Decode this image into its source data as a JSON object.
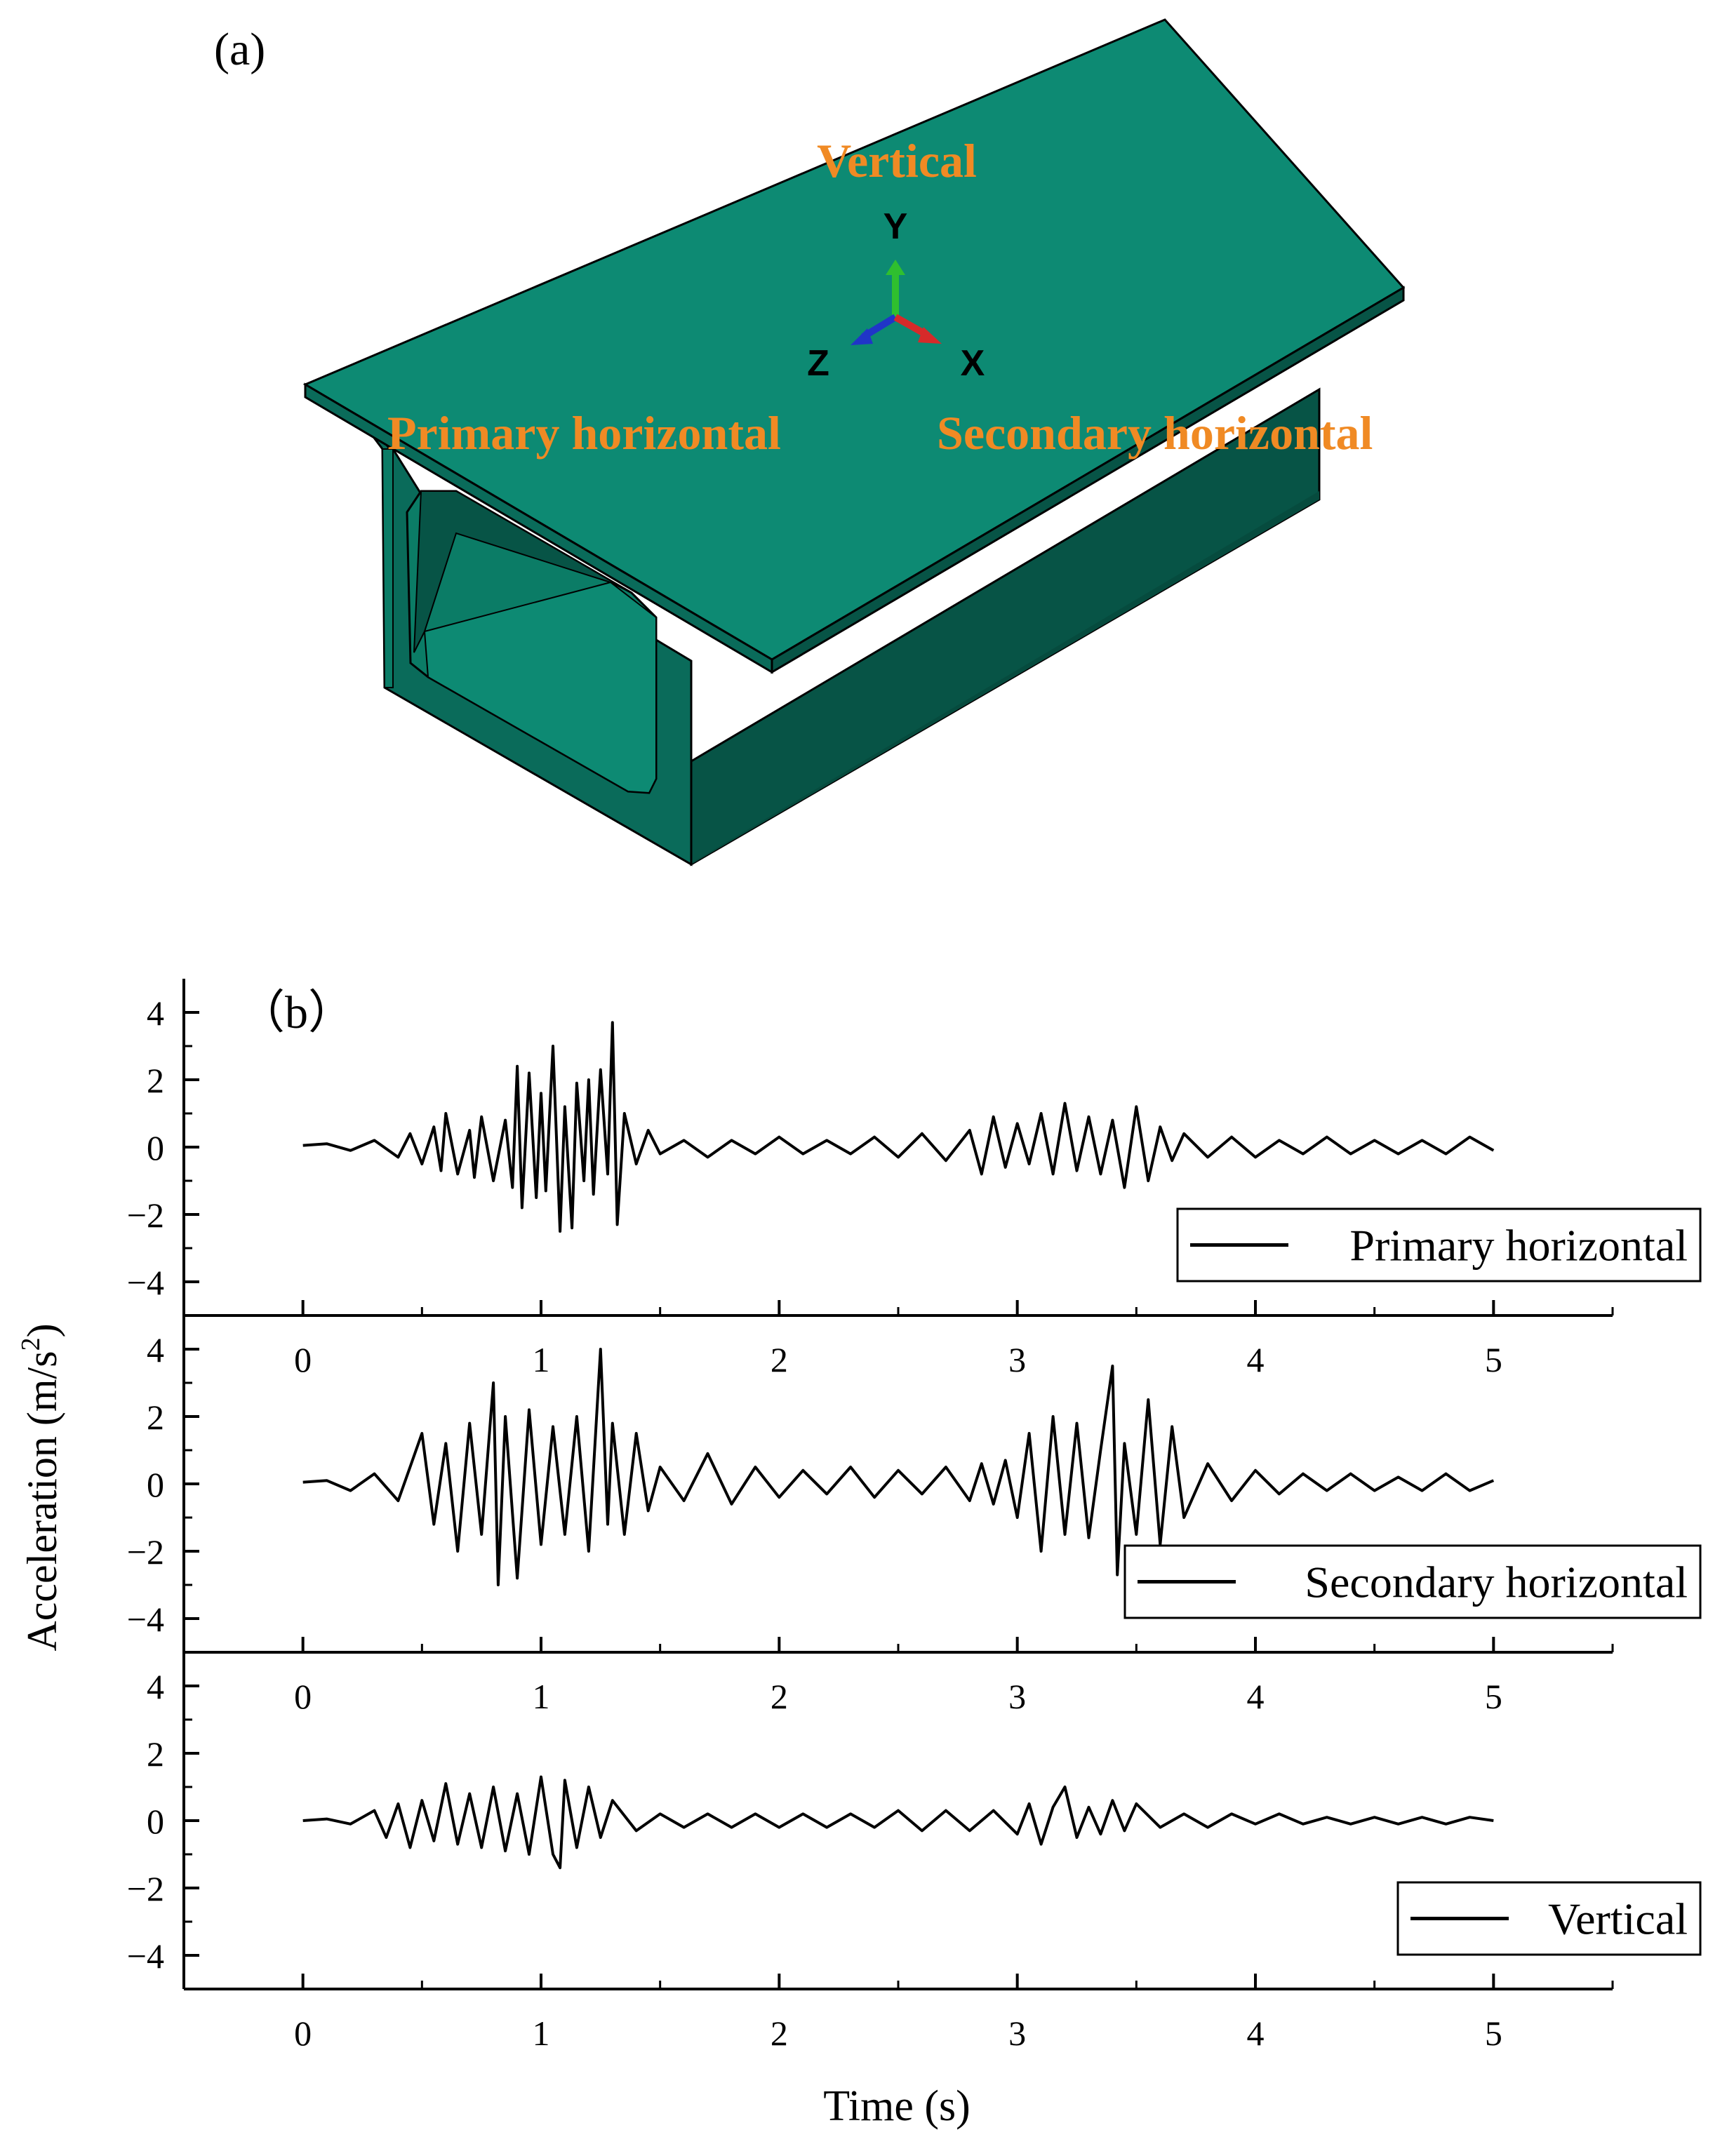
{
  "panel_a": {
    "label": "(a)",
    "direction_labels": {
      "vertical": "Vertical",
      "primary": "Primary horizontal",
      "secondary": "Secondary horizontal"
    },
    "axes_triad": {
      "y": "Y",
      "z": "Z",
      "x": "X"
    },
    "colors": {
      "beam_top": "#0d8a73",
      "beam_side_dark": "#075446",
      "beam_side_mid": "#0a6b5a",
      "label_orange": "#f08a24",
      "triad_y": "#2fbf2f",
      "triad_z": "#2035c8",
      "triad_x": "#d62a2a"
    }
  },
  "panel_b": {
    "label": "（b）",
    "ylabel": "Acceleration (m/s",
    "ylabel_sup": "2",
    "ylabel_close": ")",
    "xlabel": "Time (s)"
  },
  "chart_data": [
    {
      "type": "line",
      "name": "Primary horizontal",
      "xlim": [
        -0.5,
        5.5
      ],
      "ylim": [
        -5,
        5
      ],
      "x_ticks": [
        "0",
        "1",
        "2",
        "3",
        "4",
        "5"
      ],
      "y_ticks": [
        "4",
        "2",
        "0",
        "−2",
        "−4"
      ],
      "legend": "bottom-right",
      "series": [
        {
          "name": "Primary horizontal",
          "x": [
            0,
            0.1,
            0.2,
            0.3,
            0.4,
            0.45,
            0.5,
            0.55,
            0.58,
            0.6,
            0.65,
            0.7,
            0.72,
            0.75,
            0.8,
            0.85,
            0.88,
            0.9,
            0.92,
            0.95,
            0.98,
            1.0,
            1.02,
            1.05,
            1.08,
            1.1,
            1.13,
            1.15,
            1.18,
            1.2,
            1.22,
            1.25,
            1.28,
            1.3,
            1.32,
            1.35,
            1.4,
            1.45,
            1.5,
            1.6,
            1.7,
            1.8,
            1.9,
            2.0,
            2.1,
            2.2,
            2.3,
            2.4,
            2.5,
            2.6,
            2.7,
            2.8,
            2.85,
            2.9,
            2.95,
            3.0,
            3.05,
            3.1,
            3.15,
            3.2,
            3.25,
            3.3,
            3.35,
            3.4,
            3.45,
            3.5,
            3.55,
            3.6,
            3.65,
            3.7,
            3.8,
            3.9,
            4.0,
            4.1,
            4.2,
            4.3,
            4.4,
            4.5,
            4.6,
            4.7,
            4.8,
            4.9,
            5.0
          ],
          "y": [
            0.05,
            0.1,
            -0.1,
            0.2,
            -0.3,
            0.4,
            -0.5,
            0.6,
            -0.7,
            1.0,
            -0.8,
            0.5,
            -0.9,
            0.9,
            -1.0,
            0.8,
            -1.2,
            2.4,
            -1.8,
            2.2,
            -1.5,
            1.6,
            -1.3,
            3.0,
            -2.5,
            1.2,
            -2.4,
            1.9,
            -1.0,
            2.0,
            -1.4,
            2.3,
            -0.8,
            3.7,
            -2.3,
            1.0,
            -0.5,
            0.5,
            -0.2,
            0.2,
            -0.3,
            0.2,
            -0.2,
            0.3,
            -0.2,
            0.2,
            -0.2,
            0.3,
            -0.3,
            0.4,
            -0.4,
            0.5,
            -0.8,
            0.9,
            -0.6,
            0.7,
            -0.5,
            1.0,
            -0.8,
            1.3,
            -0.7,
            0.9,
            -0.8,
            0.8,
            -1.2,
            1.2,
            -1.0,
            0.6,
            -0.4,
            0.4,
            -0.3,
            0.3,
            -0.3,
            0.2,
            -0.2,
            0.3,
            -0.2,
            0.2,
            -0.2,
            0.2,
            -0.2,
            0.3,
            -0.1
          ]
        }
      ]
    },
    {
      "type": "line",
      "name": "Secondary horizontal",
      "xlim": [
        -0.5,
        5.5
      ],
      "ylim": [
        -5,
        5
      ],
      "x_ticks": [
        "0",
        "1",
        "2",
        "3",
        "4",
        "5"
      ],
      "y_ticks": [
        "4",
        "2",
        "0",
        "−2",
        "−4"
      ],
      "legend": "bottom-right",
      "series": [
        {
          "name": "Secondary horizontal",
          "x": [
            0,
            0.1,
            0.2,
            0.3,
            0.4,
            0.45,
            0.5,
            0.55,
            0.6,
            0.65,
            0.7,
            0.75,
            0.8,
            0.82,
            0.85,
            0.9,
            0.95,
            1.0,
            1.05,
            1.1,
            1.15,
            1.2,
            1.25,
            1.28,
            1.3,
            1.35,
            1.4,
            1.45,
            1.5,
            1.6,
            1.7,
            1.8,
            1.9,
            2.0,
            2.1,
            2.2,
            2.3,
            2.4,
            2.5,
            2.6,
            2.7,
            2.8,
            2.85,
            2.9,
            2.95,
            3.0,
            3.05,
            3.1,
            3.15,
            3.2,
            3.25,
            3.3,
            3.35,
            3.4,
            3.42,
            3.45,
            3.5,
            3.55,
            3.6,
            3.65,
            3.7,
            3.8,
            3.9,
            4.0,
            4.1,
            4.2,
            4.3,
            4.4,
            4.5,
            4.6,
            4.7,
            4.8,
            4.9,
            5.0
          ],
          "y": [
            0.05,
            0.1,
            -0.2,
            0.3,
            -0.5,
            0.5,
            1.5,
            -1.2,
            1.2,
            -2.0,
            1.8,
            -1.5,
            3.0,
            -3.0,
            2.0,
            -2.8,
            2.2,
            -1.8,
            1.7,
            -1.5,
            2.0,
            -2.0,
            4.0,
            -1.2,
            1.8,
            -1.5,
            1.5,
            -0.8,
            0.5,
            -0.5,
            0.9,
            -0.6,
            0.5,
            -0.4,
            0.4,
            -0.3,
            0.5,
            -0.4,
            0.4,
            -0.3,
            0.5,
            -0.5,
            0.6,
            -0.6,
            0.7,
            -1.0,
            1.5,
            -2.0,
            2.0,
            -1.5,
            1.8,
            -1.6,
            1.0,
            3.5,
            -2.7,
            1.2,
            -1.5,
            2.5,
            -1.8,
            1.7,
            -1.0,
            0.6,
            -0.5,
            0.4,
            -0.3,
            0.3,
            -0.2,
            0.3,
            -0.2,
            0.2,
            -0.2,
            0.3,
            -0.2,
            0.1
          ]
        }
      ]
    },
    {
      "type": "line",
      "name": "Vertical",
      "xlim": [
        -0.5,
        5.5
      ],
      "ylim": [
        -5,
        5
      ],
      "x_ticks": [
        "0",
        "1",
        "2",
        "3",
        "4",
        "5"
      ],
      "y_ticks": [
        "4",
        "2",
        "0",
        "−2",
        "−4"
      ],
      "legend": "bottom-right",
      "series": [
        {
          "name": "Vertical",
          "x": [
            0,
            0.1,
            0.2,
            0.3,
            0.35,
            0.4,
            0.45,
            0.5,
            0.55,
            0.6,
            0.65,
            0.7,
            0.75,
            0.8,
            0.85,
            0.9,
            0.95,
            1.0,
            1.05,
            1.08,
            1.1,
            1.15,
            1.2,
            1.25,
            1.3,
            1.4,
            1.5,
            1.6,
            1.7,
            1.8,
            1.9,
            2.0,
            2.1,
            2.2,
            2.3,
            2.4,
            2.5,
            2.6,
            2.7,
            2.8,
            2.9,
            3.0,
            3.05,
            3.1,
            3.15,
            3.2,
            3.25,
            3.3,
            3.35,
            3.4,
            3.45,
            3.5,
            3.6,
            3.7,
            3.8,
            3.9,
            4.0,
            4.1,
            4.2,
            4.3,
            4.4,
            4.5,
            4.6,
            4.7,
            4.8,
            4.9,
            5.0
          ],
          "y": [
            0.0,
            0.05,
            -0.1,
            0.3,
            -0.5,
            0.5,
            -0.8,
            0.6,
            -0.6,
            1.1,
            -0.7,
            0.8,
            -0.8,
            1.0,
            -0.9,
            0.8,
            -1.0,
            1.3,
            -1.0,
            -1.4,
            1.2,
            -0.8,
            1.0,
            -0.5,
            0.6,
            -0.3,
            0.2,
            -0.2,
            0.2,
            -0.2,
            0.2,
            -0.2,
            0.2,
            -0.2,
            0.2,
            -0.2,
            0.3,
            -0.3,
            0.3,
            -0.3,
            0.3,
            -0.4,
            0.5,
            -0.7,
            0.4,
            1.0,
            -0.5,
            0.4,
            -0.4,
            0.6,
            -0.3,
            0.5,
            -0.2,
            0.2,
            -0.2,
            0.2,
            -0.1,
            0.2,
            -0.1,
            0.1,
            -0.1,
            0.1,
            -0.1,
            0.1,
            -0.1,
            0.1,
            0.0
          ]
        }
      ]
    }
  ]
}
